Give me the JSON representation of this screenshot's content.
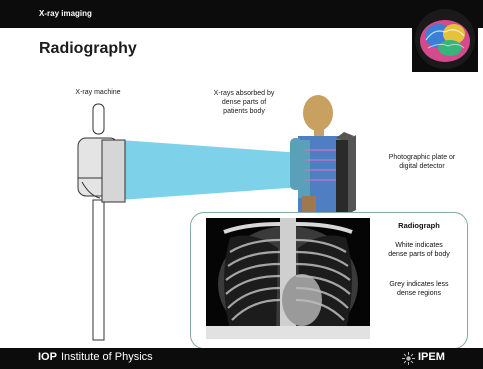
{
  "header": {
    "section": "X-ray imaging",
    "title": "Radiography"
  },
  "labels": {
    "machine": "X-ray machine",
    "absorbed": [
      "X-rays absorbed by",
      "dense parts of",
      "patients body"
    ],
    "plate": [
      "Photographic plate or",
      "digital detector"
    ]
  },
  "panel": {
    "title": "Radiograph",
    "white_text": [
      "White indicates",
      "dense parts of body"
    ],
    "grey_text": [
      "Grey indicates less",
      "dense regions"
    ]
  },
  "footer": {
    "iop_bold": "IOP",
    "iop_rest": "Institute of Physics",
    "ipem": "IPEM"
  },
  "colors": {
    "bar": "#0c0c0c",
    "beam": "#6fcde8",
    "shirt": "#4f7fc2",
    "panel_border": "#86a8ab"
  },
  "icons": [
    "brain-logo-icon",
    "ipem-logo-icon"
  ]
}
